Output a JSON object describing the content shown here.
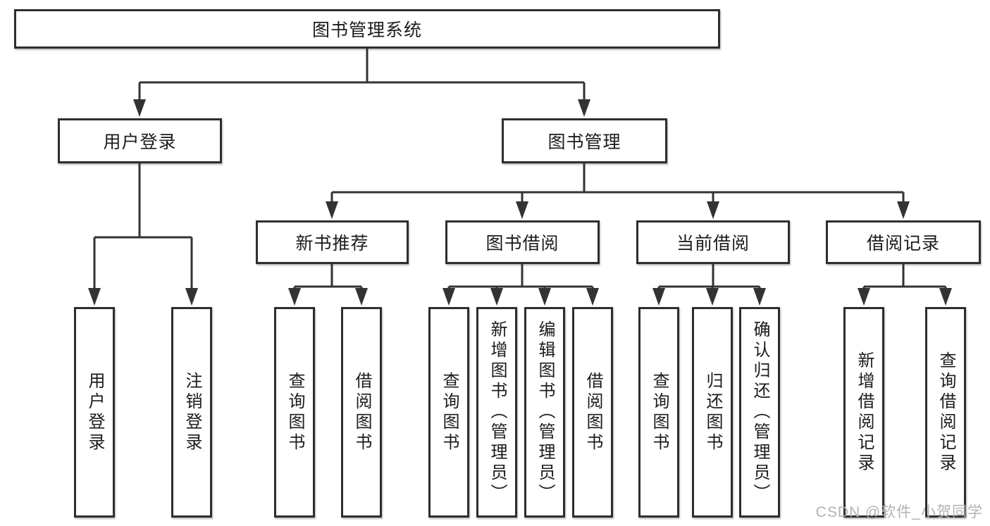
{
  "watermark": "CSDN @软件_小贺同学",
  "colors": {
    "line": "#333333",
    "box_border": "#2e2e2e",
    "box_background": "#ffffff",
    "text": "#1c1c1c",
    "watermark_text": "#b2b2b2"
  },
  "tree": {
    "root": {
      "label": "图书管理系统"
    },
    "level2": [
      {
        "label": "用户登录",
        "children": [
          {
            "label": "用户登录"
          },
          {
            "label": "注销登录"
          }
        ]
      },
      {
        "label": "图书管理",
        "children": [
          {
            "label": "新书推荐",
            "children": [
              {
                "label": "查询图书"
              },
              {
                "label": "借阅图书"
              }
            ]
          },
          {
            "label": "图书借阅",
            "children": [
              {
                "label": "查询图书"
              },
              {
                "label": "新增图书（管理员）"
              },
              {
                "label": "编辑图书（管理员）"
              },
              {
                "label": "借阅图书"
              }
            ]
          },
          {
            "label": "当前借阅",
            "children": [
              {
                "label": "查询图书"
              },
              {
                "label": "归还图书"
              },
              {
                "label": "确认归还（管理员）"
              }
            ]
          },
          {
            "label": "借阅记录",
            "children": [
              {
                "label": "新增借阅记录"
              },
              {
                "label": "查询借阅记录"
              }
            ]
          }
        ]
      }
    ]
  }
}
